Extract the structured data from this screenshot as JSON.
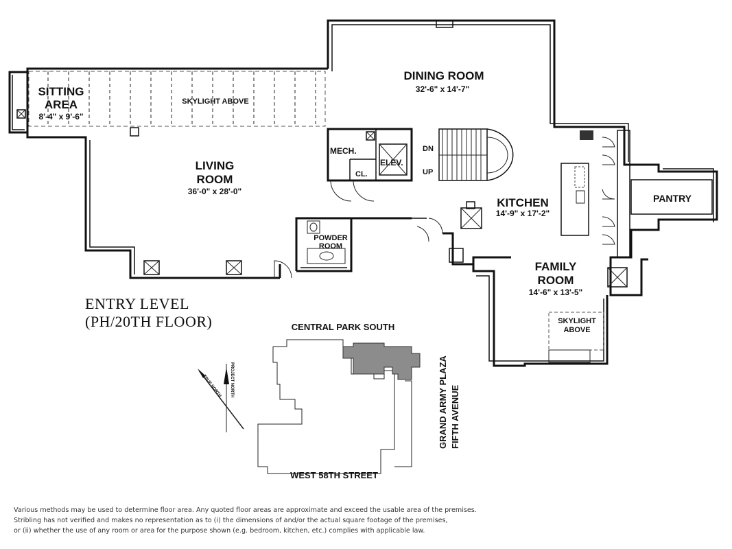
{
  "rooms": {
    "dining": {
      "name": "DINING ROOM",
      "dim": "32'-6\" x 14'-7\""
    },
    "sitting": {
      "name_line1": "SITTING",
      "name_line2": "AREA",
      "dim": "8'-4\" x 9'-6\""
    },
    "skylight_above": "SKYLIGHT ABOVE",
    "living": {
      "name_line1": "LIVING",
      "name_line2": "ROOM",
      "dim": "36'-0\" x 28'-0\""
    },
    "mech": "MECH.",
    "elev": "ELEV.",
    "closet": "CL.",
    "stair_dn": "DN",
    "stair_up": "UP",
    "kitchen": {
      "name": "KITCHEN",
      "dim": "14'-9\" x 17'-2\""
    },
    "pantry": "PANTRY",
    "powder": {
      "name_line1": "POWDER",
      "name_line2": "ROOM"
    },
    "family": {
      "name_line1": "FAMILY",
      "name_line2": "ROOM",
      "dim": "14'-6\" x 13'-5\""
    },
    "family_skylight": {
      "line1": "SKYLIGHT",
      "line2": "ABOVE"
    }
  },
  "level": {
    "line1": "ENTRY LEVEL",
    "line2": "(PH/20TH FLOOR)"
  },
  "keyplan": {
    "north_street": "CENTRAL PARK SOUTH",
    "south_street": "WEST 58TH STREET",
    "east_line1": "GRAND ARMY PLAZA",
    "east_line2": "FIFTH AVENUE"
  },
  "compass": {
    "true_north": "TRUE NORTH",
    "project_north": "PROJECT NORTH"
  },
  "disclaimer": [
    "Various methods may be used to determine floor area.  Any quoted floor areas are approximate and exceed the usable area of the premises.",
    "Stribling has not verified and makes no representation as to (i) the dimensions of and/or the actual square footage of the premises,",
    "or (ii) whether the use of any room or area for the purpose shown (e.g. bedroom, kitchen, etc.) complies with applicable law."
  ],
  "colors": {
    "wall": "#111111",
    "highlight": "#8c8c8c",
    "background": "#ffffff"
  }
}
